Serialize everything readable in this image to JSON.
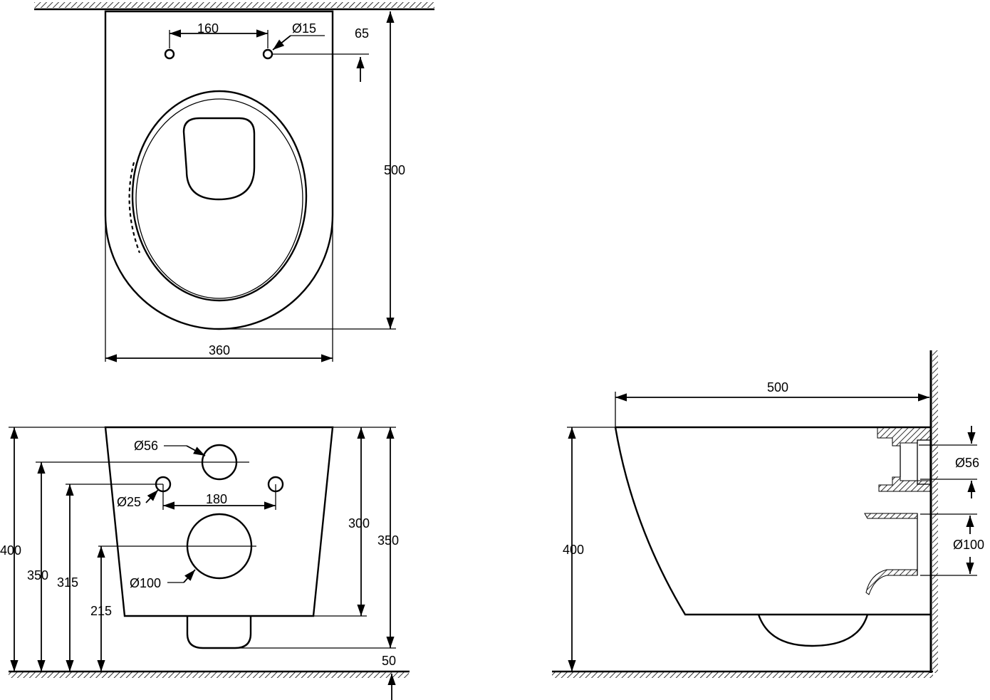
{
  "title": "Wall-hung toilet dimension drawing",
  "colors": {
    "line": "#000000",
    "background": "#ffffff"
  },
  "top_view": {
    "hole_spacing": "160",
    "hole_diameter": "Ø15",
    "hole_offset": "65",
    "length": "500",
    "width": "360"
  },
  "front_view": {
    "outlet_upper": "Ø56",
    "bolt_hole": "Ø25",
    "bolt_spacing": "180",
    "outlet_lower": "Ø100",
    "total_height": "400",
    "upper_outlet_height": "350",
    "bolt_height": "315",
    "lower_outlet_height": "215",
    "body_height": "300",
    "right_height": "350",
    "foot_clearance": "50"
  },
  "side_view": {
    "depth": "500",
    "height": "400",
    "outlet_upper": "Ø56",
    "outlet_lower": "Ø100"
  }
}
